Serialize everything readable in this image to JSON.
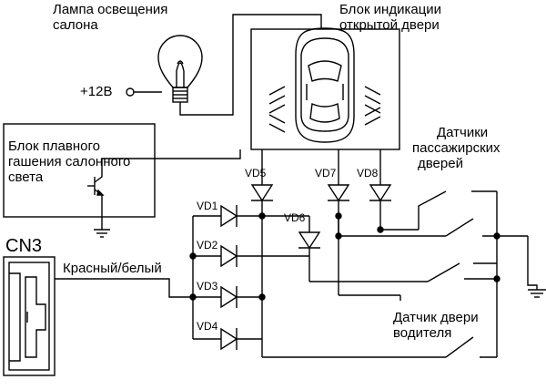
{
  "labels": {
    "lamp_line1": "Лампа освещения",
    "lamp_line2": "салона",
    "indicator_line1": "Блок индикации",
    "indicator_line2": "открытой двери",
    "dimmer_line1": "Блок плавного",
    "dimmer_line2": "гашения салонного",
    "dimmer_line3": "света",
    "supply": "+12В",
    "passenger_line1": "Датчики",
    "passenger_line2": "пассажирских",
    "passenger_line3": "дверей",
    "driver_line1": "Датчик двери",
    "driver_line2": "водителя",
    "connector": "CN3",
    "wire": "Красный/белый"
  },
  "diodes": [
    "VD1",
    "VD2",
    "VD3",
    "VD4",
    "VD5",
    "VD6",
    "VD7",
    "VD8"
  ]
}
